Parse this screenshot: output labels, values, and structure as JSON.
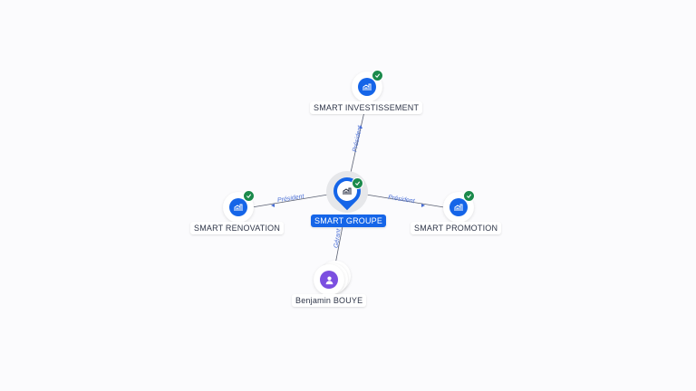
{
  "colors": {
    "company_node": "#1565e8",
    "person_node": "#7b4fe0",
    "verified_badge": "#1b8a4c",
    "edge": "#5a6072",
    "edge_label": "#4a6fd6"
  },
  "center": {
    "label": "SMART GROUPE",
    "icon": "building-icon",
    "verified": true
  },
  "nodes": [
    {
      "label": "SMART INVESTISSEMENT",
      "icon": "building-icon",
      "verified": true,
      "relation": "Président"
    },
    {
      "label": "SMART RENOVATION",
      "icon": "building-icon",
      "verified": true,
      "relation": "Président"
    },
    {
      "label": "SMART PROMOTION",
      "icon": "building-icon",
      "verified": true,
      "relation": "Président"
    },
    {
      "label": "Benjamin BOUYE",
      "icon": "person-icon",
      "verified": false,
      "relation": "Gérant"
    }
  ]
}
